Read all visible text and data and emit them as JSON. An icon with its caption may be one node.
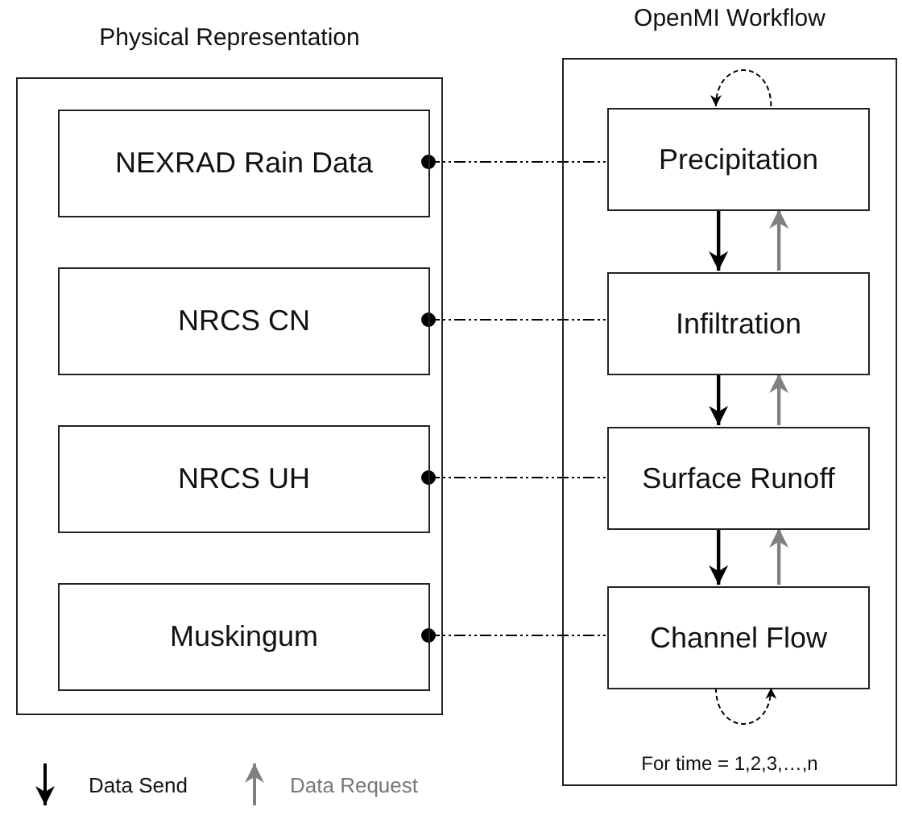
{
  "diagram": {
    "nodes": [
      {
        "text": [
          "Physical Representation"
        ]
      },
      {
        "text": [
          "NEXRAD Rain Data"
        ],
        "in": 0
      },
      {
        "text": [
          "NRCS CN"
        ],
        "in": 0
      },
      {
        "text": [
          "NRCS UH"
        ],
        "in": 0
      },
      {
        "text": [
          "Muskingum"
        ],
        "in": 0
      },
      {
        "text": [
          "OpenMI Workflow",
          "For time = 1,2,3,…,n"
        ]
      },
      {
        "text": [
          "Precipitation"
        ],
        "in": 5
      },
      {
        "text": [
          "Infiltration"
        ],
        "in": 5
      },
      {
        "text": [
          "Surface Runoff"
        ],
        "in": 5
      },
      {
        "text": [
          "Channel Flow"
        ],
        "in": 5
      }
    ],
    "edges": [
      {
        "from": 1,
        "to": 6,
        "arrow": "other",
        "style": "dashed"
      },
      {
        "from": 2,
        "to": 7,
        "arrow": "other",
        "style": "dashed"
      },
      {
        "from": 3,
        "to": 8,
        "arrow": "other",
        "style": "dashed"
      },
      {
        "from": 4,
        "to": 9,
        "arrow": "other",
        "style": "dashed"
      },
      {
        "from": 6,
        "to": 7,
        "arrow": "to"
      },
      {
        "from": 7,
        "to": 6,
        "arrow": "to",
        "color": "#808080"
      },
      {
        "from": 7,
        "to": 8,
        "arrow": "to"
      },
      {
        "from": 8,
        "to": 7,
        "arrow": "to",
        "color": "#808080"
      },
      {
        "from": 8,
        "to": 9,
        "arrow": "to"
      },
      {
        "from": 9,
        "to": 8,
        "arrow": "to",
        "color": "#808080"
      },
      {
        "from": 6,
        "to": 6,
        "arrow": "to",
        "style": "dashed"
      },
      {
        "from": 9,
        "to": 9,
        "arrow": "to",
        "style": "dashed"
      }
    ],
    "legend": [
      {
        "text": "Data Send"
      },
      {
        "text": "Data Request"
      }
    ]
  }
}
